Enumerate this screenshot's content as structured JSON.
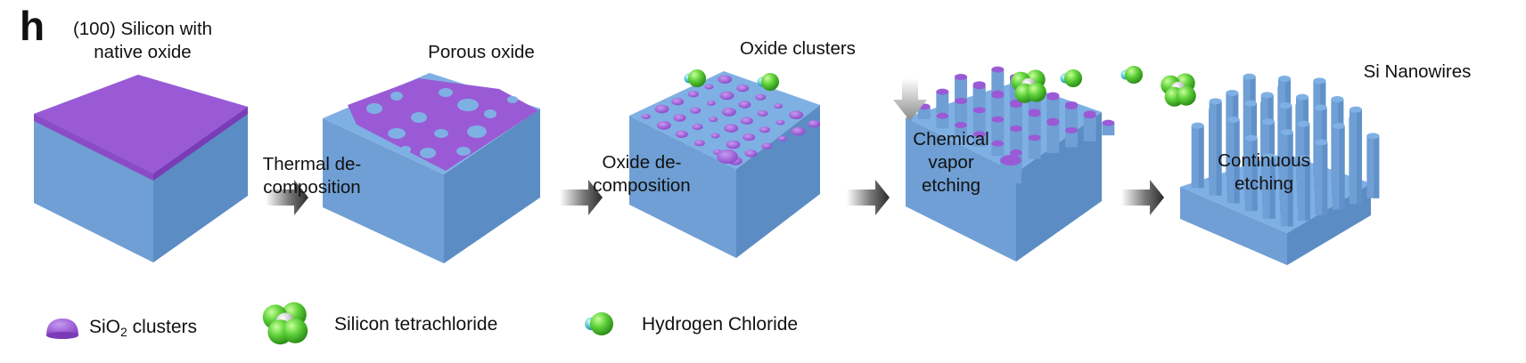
{
  "panel_label": "h",
  "stages": [
    {
      "line1": "(100) Silicon with",
      "line2": "native oxide"
    },
    {
      "line1": "Porous oxide"
    },
    {
      "line1": "Oxide clusters"
    },
    {
      "line1": ""
    },
    {
      "line1": "Si Nanowires"
    }
  ],
  "steps": [
    {
      "line1": "Thermal de-",
      "line2": "composition"
    },
    {
      "line1": "Oxide de-",
      "line2": "composition"
    },
    {
      "line1": "Chemical",
      "line2": "vapor",
      "line3": "etching"
    },
    {
      "line1": "Continuous",
      "line2": "etching"
    }
  ],
  "legend": {
    "sio2_prefix": "SiO",
    "sio2_sub": "2",
    "sio2_suffix": " clusters",
    "sicl4": "Silicon tetrachloride",
    "hcl": "Hydrogen Chloride"
  },
  "colors": {
    "silicon_front": "#6f9fd4",
    "silicon_top": "#7fb0e4",
    "silicon_right": "#5b8cc4",
    "oxide": "#9a5ad6",
    "chlorine": "#5fd13a",
    "hydrogen": "#5fd0d8",
    "silicon_atom": "#d0d0d0",
    "arrow": "#333333"
  }
}
